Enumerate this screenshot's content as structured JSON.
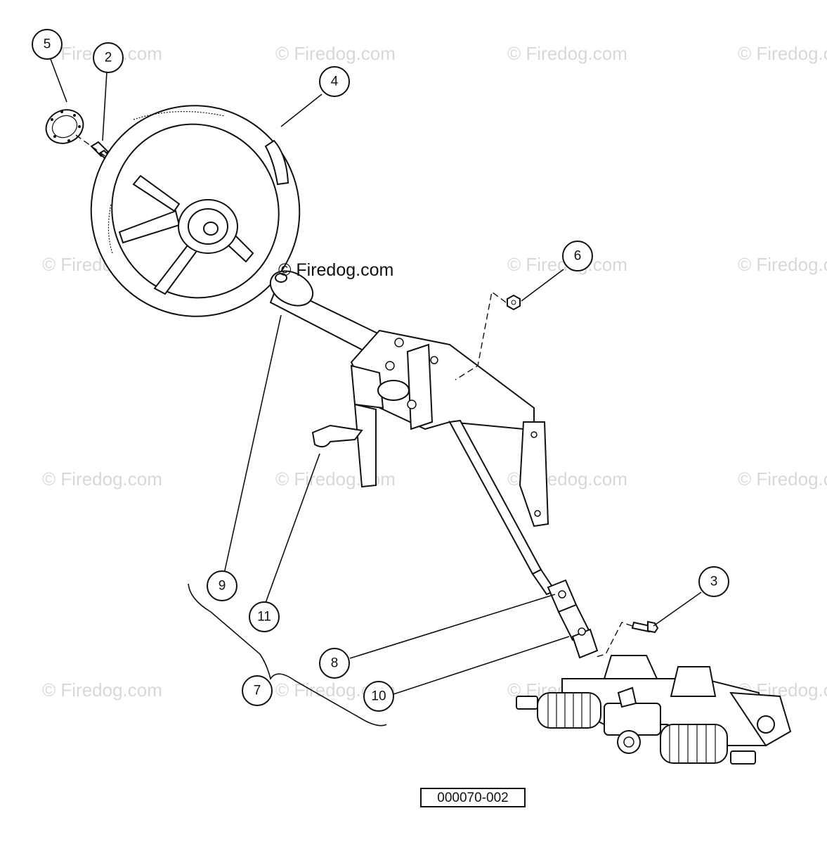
{
  "callouts": [
    {
      "id": "5",
      "label": "5"
    },
    {
      "id": "2",
      "label": "2"
    },
    {
      "id": "4",
      "label": "4"
    },
    {
      "id": "6",
      "label": "6"
    },
    {
      "id": "9",
      "label": "9"
    },
    {
      "id": "11",
      "label": "11"
    },
    {
      "id": "3",
      "label": "3"
    },
    {
      "id": "8",
      "label": "8"
    },
    {
      "id": "7",
      "label": "7"
    },
    {
      "id": "10",
      "label": "10"
    }
  ],
  "watermark": {
    "main": "© Firedog.com",
    "faded": "© Firedog.com"
  },
  "drawing_number": "000070-002"
}
